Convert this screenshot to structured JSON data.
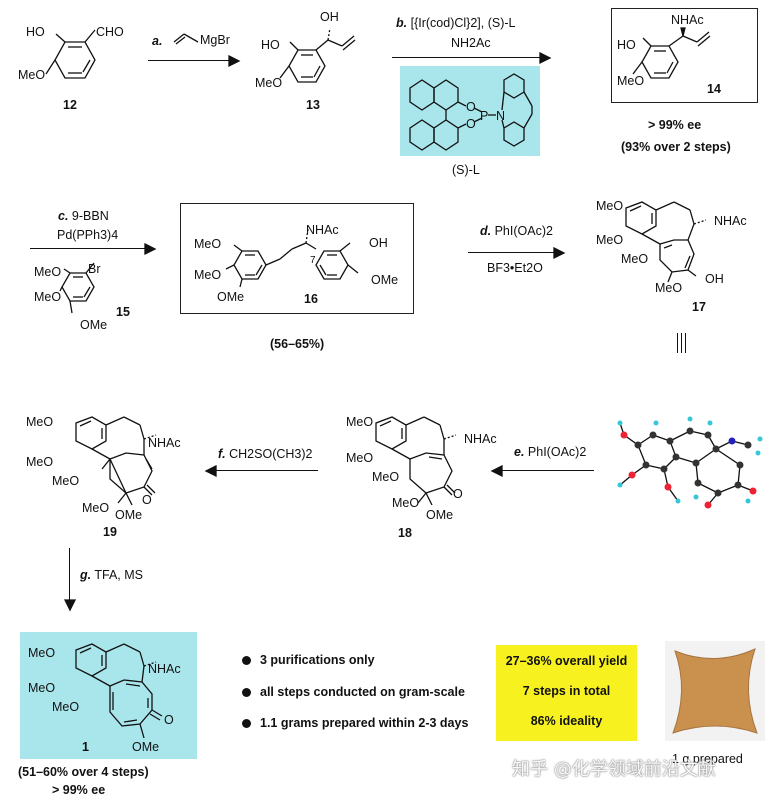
{
  "compounds": {
    "c12": {
      "label": "12",
      "sub1": "HO",
      "sub2": "MeO",
      "sub3": "CHO"
    },
    "c13": {
      "label": "13",
      "sub1": "HO",
      "sub2": "MeO",
      "sub3": "OH"
    },
    "c14": {
      "label": "14",
      "sub1": "HO",
      "sub2": "MeO",
      "sub3": "NHAc",
      "ee": "> 99% ee",
      "yield": "(93% over 2 steps)"
    },
    "c15": {
      "label": "15",
      "sub1": "MeO",
      "sub2": "MeO",
      "sub3": "OMe",
      "sub4": "Br"
    },
    "c16": {
      "label": "16",
      "sub1": "MeO",
      "sub2": "MeO",
      "sub3": "OMe",
      "sub4": "NHAc",
      "sub5": "7",
      "sub6": "OH",
      "sub7": "OMe",
      "yield": "(56–65%)"
    },
    "c17": {
      "label": "17",
      "sub1": "MeO",
      "sub2": "MeO",
      "sub3": "MeO",
      "sub4": "NHAc",
      "sub5": "MeO",
      "sub6": "OH"
    },
    "c18": {
      "label": "18",
      "sub1": "MeO",
      "sub2": "MeO",
      "sub3": "MeO",
      "sub4": "NHAc",
      "sub5": "MeO",
      "sub6": "OMe",
      "sub7": "O"
    },
    "c19": {
      "label": "19",
      "sub1": "MeO",
      "sub2": "MeO",
      "sub3": "MeO",
      "sub4": "NHAc",
      "sub5": "MeO",
      "sub6": "OMe",
      "sub7": "O"
    },
    "c1": {
      "label": "1",
      "sub1": "MeO",
      "sub2": "MeO",
      "sub3": "MeO",
      "sub4": "NHAc",
      "sub5": "O",
      "sub6": "OMe",
      "yield": "(51–60% over 4 steps)",
      "ee": "> 99% ee"
    }
  },
  "steps": {
    "a": {
      "letter": "a.",
      "reagent": "MgBr"
    },
    "b": {
      "letter": "b.",
      "reagent1": "[{Ir(cod)Cl}2], (S)-L",
      "reagent2": "NH2Ac",
      "ligand_label": "(S)-L",
      "lig_o1": "O",
      "lig_o2": "O",
      "lig_p": "P",
      "lig_n": "N"
    },
    "c": {
      "letter": "c.",
      "reagent1": "9-BBN",
      "reagent2": "Pd(PPh3)4"
    },
    "d": {
      "letter": "d.",
      "reagent1": "PhI(OAc)2",
      "reagent2": "BF3•Et2O"
    },
    "e": {
      "letter": "e.",
      "reagent": "PhI(OAc)2"
    },
    "f": {
      "letter": "f.",
      "reagent": "CH2SO(CH3)2"
    },
    "g": {
      "letter": "g.",
      "reagent": "TFA, MS"
    }
  },
  "bullets": [
    "3 purifications only",
    "all steps conducted on gram-scale",
    "1.1 grams prepared within 2-3 days"
  ],
  "summary": [
    "27–36% overall yield",
    "7 steps in total",
    "86% ideality"
  ],
  "photo_caption": "1 g prepared",
  "watermark": "知乎 @化学领域前沿文献",
  "colors": {
    "highlight": "#a9e6ec",
    "summary_bg": "#f7f21f",
    "photo": "#c9904e"
  }
}
